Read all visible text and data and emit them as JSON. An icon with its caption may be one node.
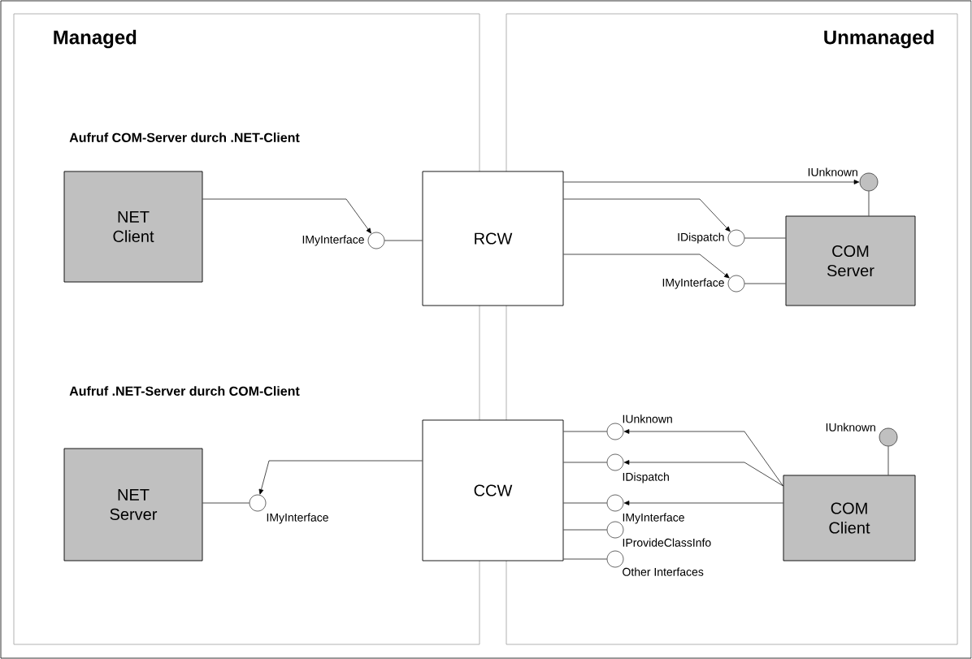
{
  "diagram": {
    "nodes": [
      {
        "text": [
          "Managed"
        ]
      },
      {
        "text": [
          "Unmanaged"
        ]
      },
      {
        "text": [
          "NET Client"
        ],
        "in": 0
      },
      {
        "text": [
          "RCW"
        ]
      },
      {
        "text": [
          "COM Server"
        ],
        "in": 1
      },
      {
        "text": [],
        "shape": "circle",
        "beside": [
          "IMyInterface"
        ],
        "in": 0
      },
      {
        "text": [],
        "shape": "circle",
        "beside": [
          "IUnknown"
        ],
        "in": 1
      },
      {
        "text": [],
        "shape": "circle",
        "beside": [
          "IDispatch"
        ],
        "in": 1
      },
      {
        "text": [],
        "shape": "circle",
        "beside": [
          "IMyInterface"
        ],
        "in": 1
      },
      {
        "text": [
          "NET Server"
        ],
        "in": 0
      },
      {
        "text": [
          "CCW"
        ]
      },
      {
        "text": [
          "COM Client"
        ],
        "in": 1
      },
      {
        "text": [],
        "shape": "circle",
        "beside": [
          "IMyInterface"
        ],
        "in": 0
      },
      {
        "text": [],
        "shape": "circle",
        "beside": [
          "IUnknown"
        ],
        "in": 1
      },
      {
        "text": [],
        "shape": "circle",
        "beside": [
          "IDispatch"
        ],
        "in": 1
      },
      {
        "text": [],
        "shape": "circle",
        "beside": [
          "IMyInterface"
        ],
        "in": 1
      },
      {
        "text": [],
        "shape": "circle",
        "beside": [
          "IProvideClassInfo"
        ],
        "in": 1
      },
      {
        "text": [],
        "shape": "circle",
        "beside": [
          "Other Interfaces"
        ],
        "in": 1
      },
      {
        "text": [],
        "shape": "circle",
        "beside": [
          "IUnknown"
        ],
        "in": 1
      }
    ],
    "edges": [
      {
        "from": 2,
        "to": 5,
        "arrow": "to"
      },
      {
        "from": 5,
        "to": 3,
        "arrow": "none"
      },
      {
        "from": 3,
        "to": 6,
        "arrow": "to"
      },
      {
        "from": 3,
        "to": 7,
        "arrow": "to"
      },
      {
        "from": 3,
        "to": 8,
        "arrow": "to"
      },
      {
        "from": 7,
        "to": 4,
        "arrow": "none"
      },
      {
        "from": 8,
        "to": 4,
        "arrow": "none"
      },
      {
        "from": 6,
        "to": 4,
        "arrow": "none"
      },
      {
        "from": 10,
        "to": 12,
        "arrow": "to"
      },
      {
        "from": 12,
        "to": 9,
        "arrow": "none"
      },
      {
        "from": 10,
        "to": 13,
        "arrow": "none"
      },
      {
        "from": 10,
        "to": 14,
        "arrow": "none"
      },
      {
        "from": 10,
        "to": 15,
        "arrow": "none"
      },
      {
        "from": 10,
        "to": 16,
        "arrow": "none"
      },
      {
        "from": 10,
        "to": 17,
        "arrow": "none"
      },
      {
        "from": 11,
        "to": 13,
        "arrow": "to"
      },
      {
        "from": 11,
        "to": 14,
        "arrow": "to"
      },
      {
        "from": 11,
        "to": 15,
        "arrow": "to"
      },
      {
        "from": 18,
        "to": 11,
        "arrow": "none"
      }
    ],
    "labels": [
      "Aufruf COM-Server durch .NET-Client",
      "Aufruf .NET-Server durch COM-Client"
    ]
  }
}
